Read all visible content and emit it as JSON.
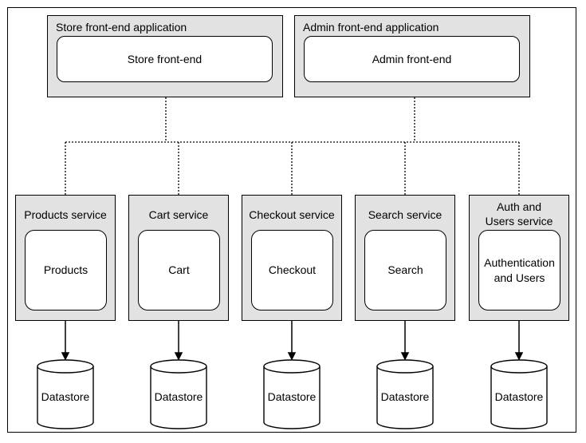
{
  "apps": [
    {
      "title": "Store front-end application",
      "inner": "Store front-end"
    },
    {
      "title": "Admin front-end application",
      "inner": "Admin front-end"
    }
  ],
  "services": [
    {
      "title": "Products service",
      "inner": "Products"
    },
    {
      "title": "Cart service",
      "inner": "Cart"
    },
    {
      "title": "Checkout service",
      "inner": "Checkout"
    },
    {
      "title": "Search service",
      "inner": "Search"
    },
    {
      "title": "Auth and Users service",
      "inner": "Authentication and Users"
    }
  ],
  "datastore_label": "Datastore"
}
